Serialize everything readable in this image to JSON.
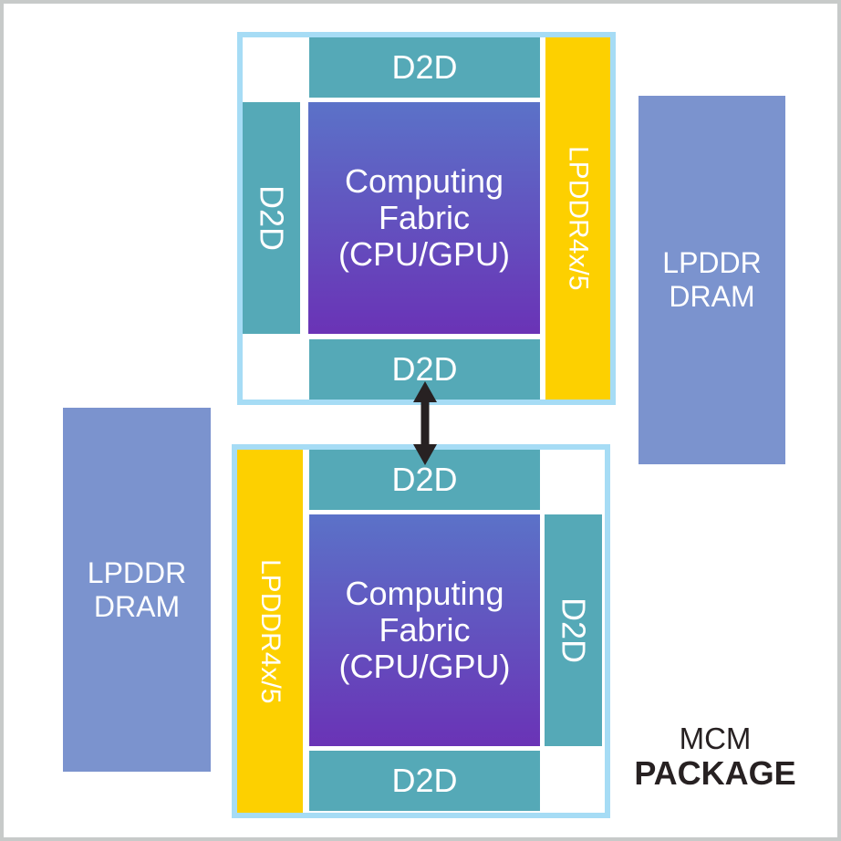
{
  "package_label": {
    "line1": "MCM",
    "line2": "PACKAGE"
  },
  "chiplet_top": {
    "d2d_top_label": "D2D",
    "d2d_left_label": "D2D",
    "d2d_bottom_label": "D2D",
    "memory_controller_label": "LPDDR4x/5",
    "fabric_lines": [
      "Computing",
      "Fabric",
      "(CPU/GPU)"
    ]
  },
  "chiplet_bottom": {
    "d2d_top_label": "D2D",
    "d2d_right_label": "D2D",
    "d2d_bottom_label": "D2D",
    "memory_controller_label": "LPDDR4x/5",
    "fabric_lines": [
      "Computing",
      "Fabric",
      "(CPU/GPU)"
    ]
  },
  "dram_right": {
    "line1": "LPDDR",
    "line2": "DRAM"
  },
  "dram_left": {
    "line1": "LPDDR",
    "line2": "DRAM"
  },
  "colors": {
    "d2d-teal": "#55a9b7",
    "memory-yellow": "#fdd000",
    "fabric-top": "#5b72c8",
    "fabric-bottom": "#6a33b6",
    "dram-blue": "#7b93ce",
    "chiplet-border": "#a6dcf5",
    "ink": "#272122",
    "frame-gray": "#c7cac9"
  }
}
